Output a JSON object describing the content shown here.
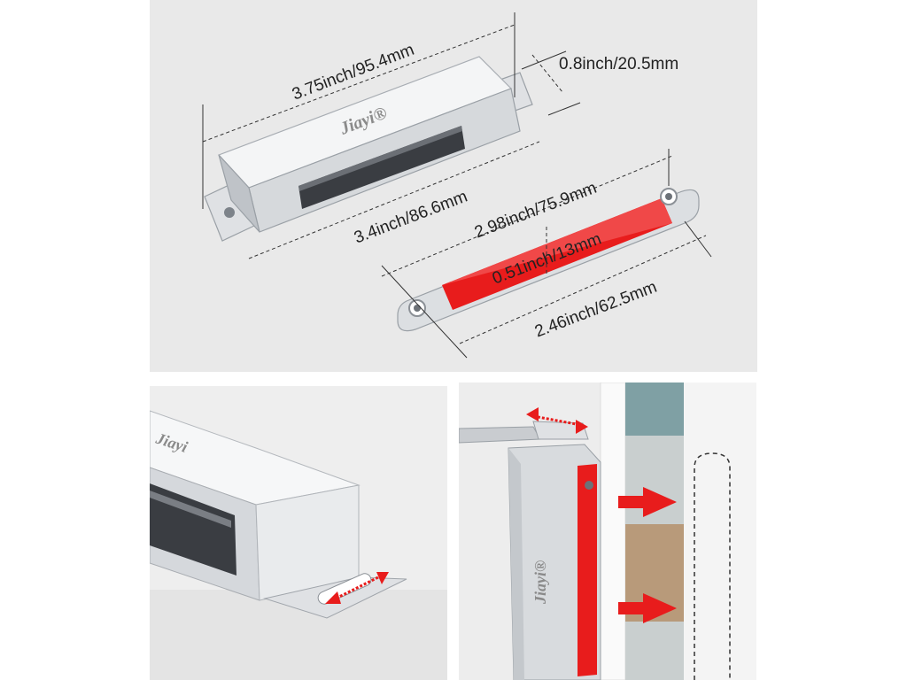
{
  "dimensions": {
    "overall_length": "3.75inch/95.4mm",
    "body_length": "3.4inch/86.6mm",
    "depth": "0.8inch/20.5mm",
    "plate_length": "2.98inch/75.9mm",
    "plate_width": "0.51inch/13mm",
    "hole_spacing": "2.46inch/62.5mm"
  },
  "brand": {
    "logo_text": "Jiayi",
    "registered_mark": "®"
  },
  "icons": [
    "red-double-arrow-icon",
    "red-right-arrow-icon"
  ],
  "colors": {
    "accent_red": "#e81c1c",
    "panel_gray": "#e9e9e9",
    "steel": "#c9ccd0"
  }
}
